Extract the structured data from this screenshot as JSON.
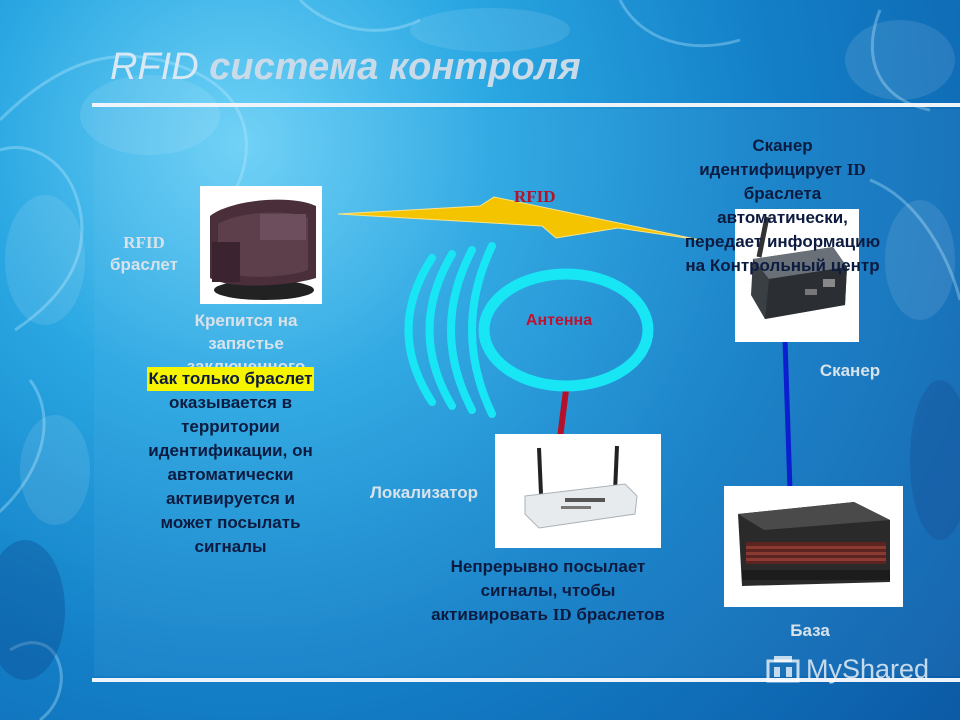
{
  "slide": {
    "title_part1": "RFID",
    "title_part2": "система контроля"
  },
  "bracelet": {
    "label_line1": "RFID",
    "label_line2": "браслет",
    "caption_line1": "Крепится на",
    "caption_line2": "запястье",
    "caption_line3": "заключенного",
    "note_lines": [
      "Как только браслет",
      "оказывается в",
      "территории",
      "идентификации, он",
      "автоматически",
      "активируется и",
      "может посылать",
      "сигналы"
    ]
  },
  "signal": {
    "label": "RFID"
  },
  "antenna": {
    "label": "Антенна"
  },
  "localizer": {
    "label": "Локализатор",
    "note_line1": "Непрерывно посылает",
    "note_line2": "сигналы, чтобы",
    "note_line3_a": "активировать",
    "note_line3_b": "ID",
    "note_line3_c": "браслетов"
  },
  "scanner": {
    "label": "Сканер",
    "note_line1": "Сканер",
    "note_line2_a": "идентифицирует",
    "note_line2_b": "ID",
    "note_line3": "браслета",
    "note_line4": "автоматически,",
    "note_line5": "передает информацию",
    "note_line6": "на Контрольный центр"
  },
  "base": {
    "label": "База"
  },
  "watermark": {
    "text": "MyShared"
  },
  "colors": {
    "background": "#1c8fd4",
    "antenna_ring": "#19e6f5",
    "signal_bolt": "#f5c400",
    "localizer_wire": "#b5122a",
    "scanner_wire": "#0b1fd0",
    "highlight": "#f7f400"
  }
}
